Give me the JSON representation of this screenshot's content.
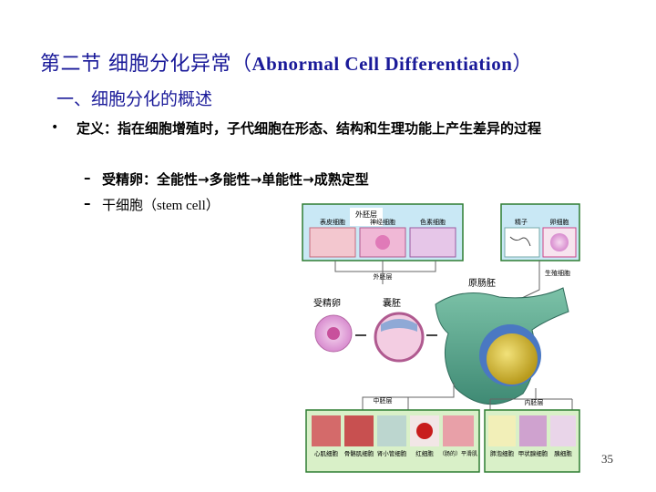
{
  "slide": {
    "title_cn": "第二节 细胞分化异常（",
    "title_en": "Abnormal Cell Differentiation",
    "title_end": "）",
    "subtitle": "一、细胞分化的概述",
    "bullet_symbol": "•",
    "bullet_text": "定义：指在细胞增殖时，子代细胞在形态、结构和生理功能上产生差异的过程",
    "sub_items": [
      {
        "dash": "–",
        "text": "受精卵：全能性→多能性→单能性→成熟定型"
      },
      {
        "dash": "–",
        "text_cn": "干细胞（",
        "text_en": "stem cell",
        "text_end": "）"
      }
    ],
    "page_number": "35"
  },
  "figure": {
    "ectoderm_header": "外胚层",
    "ectoderm_items": [
      "表皮细胞",
      "神经细胞",
      "色素细胞"
    ],
    "germ_items": [
      "精子",
      "卵细胞"
    ],
    "ectoderm_label": "外胚层",
    "germ_label": "生殖细胞",
    "gastrula_label": "原肠胚",
    "zygote_label": "受精卵",
    "blastula_label": "囊胚",
    "mesoderm_label": "中胚层",
    "endoderm_label": "内胚层",
    "mesoderm_items": [
      "心肌细胞",
      "骨骼肌细胞",
      "肾小管细胞",
      "红细胞",
      "（肠的）平滑肌"
    ],
    "endoderm_items": [
      "肺泡细胞",
      "甲状腺细胞",
      "胰细胞"
    ],
    "colors": {
      "title": "#1a1a99",
      "box_border": "#2e7d32",
      "germ_box": "#c9e8f5",
      "tissue_box": "#d9f0c8",
      "gastrula": "#5aa08a",
      "yolk": "#d8c23a"
    }
  }
}
